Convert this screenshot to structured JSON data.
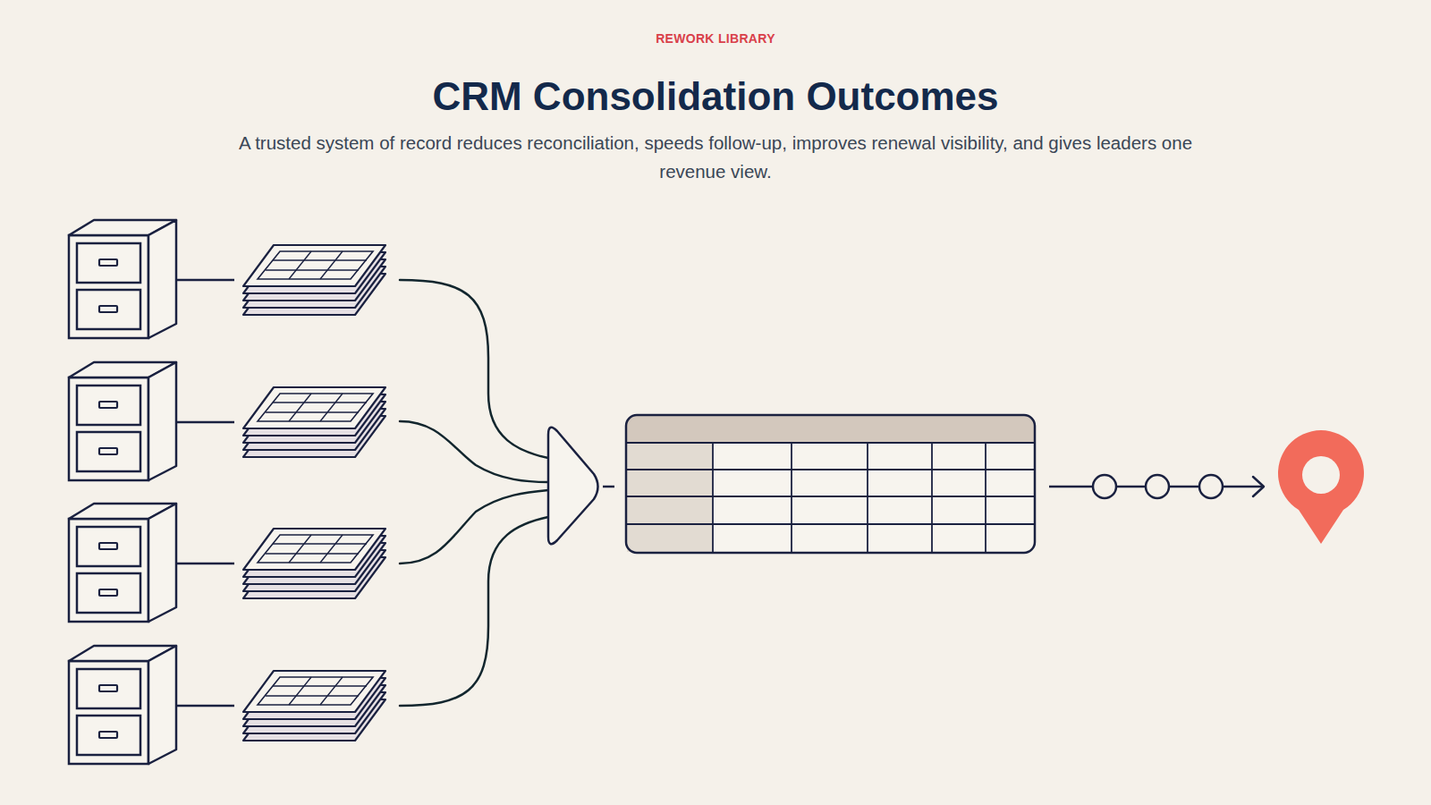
{
  "diagram": {
    "title": "CRM Consolidation Outcomes",
    "caption": "A trusted system of record reduces reconciliation, speeds follow-up, improves renewal visibility, and gives leaders one revenue view.",
    "labels": [
      "REWORK LIBRARY"
    ]
  }
}
